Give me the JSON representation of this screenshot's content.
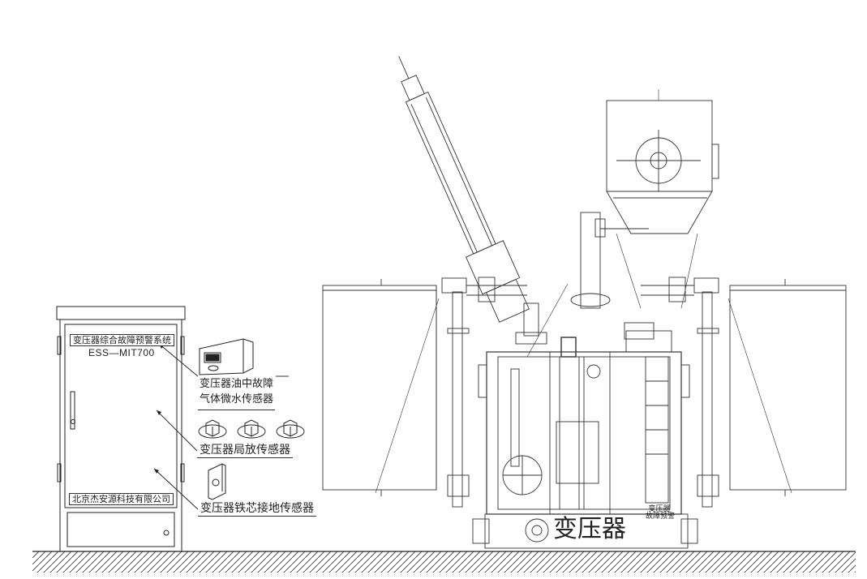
{
  "cabinet": {
    "title": "变压器综合故障预警系统",
    "model": "ESS—MIT700",
    "company": "北京杰安源科技有限公司"
  },
  "sensors": {
    "oil_gas_line1": "变压器油中故障",
    "oil_gas_line2": "气体微水传感器",
    "partial_discharge": "变压器局放传感器",
    "core_grounding": "变压器铁芯接地传感器"
  },
  "transformer": {
    "label": "变压器",
    "nameplate_line1": "变压器",
    "nameplate_line2": "故障预警"
  }
}
